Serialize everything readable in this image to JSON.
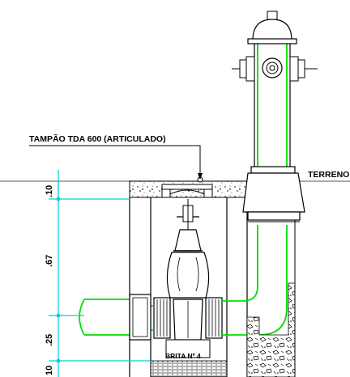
{
  "labels": {
    "tampao": "TAMPÃO TDA 600 (ARTICULADO)",
    "terreno": "TERRENO",
    "brita": "BRITA Nº 4"
  },
  "dimensions": [
    {
      "id": "top",
      "text": ".10"
    },
    {
      "id": "middle",
      "text": ".67"
    },
    {
      "id": "lower",
      "text": ".25"
    },
    {
      "id": "bottom",
      "text": "10"
    }
  ],
  "colors": {
    "line": "#000000",
    "pipe": "#00e000",
    "dimension": "#00d2d2",
    "background": "#ffffff"
  }
}
